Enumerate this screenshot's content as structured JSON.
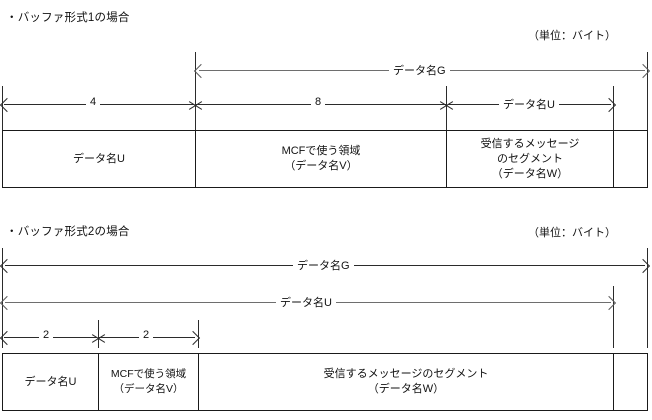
{
  "diagrams": [
    {
      "title": "・バッファ形式1の場合",
      "unit": "（単位：バイト）",
      "spans": [
        {
          "label": "データ名G"
        },
        {
          "label": "4"
        },
        {
          "label": "8"
        },
        {
          "label": "データ名U"
        }
      ],
      "cells": [
        {
          "label": "データ名U"
        },
        {
          "label": "MCFで使う領域\n（データ名V）"
        },
        {
          "label": "受信するメッセージ\nのセグメント\n（データ名W）"
        },
        {
          "label": ""
        }
      ]
    },
    {
      "title": "・バッファ形式2の場合",
      "unit": "（単位：バイト）",
      "spans": [
        {
          "label": "データ名G"
        },
        {
          "label": "データ名U"
        },
        {
          "label": "2"
        },
        {
          "label": "2"
        }
      ],
      "cells": [
        {
          "label": "データ名U"
        },
        {
          "label": "MCFで使う領域\n（データ名V）"
        },
        {
          "label": "受信するメッセージのセグメント\n（データ名W）"
        },
        {
          "label": ""
        }
      ]
    }
  ]
}
